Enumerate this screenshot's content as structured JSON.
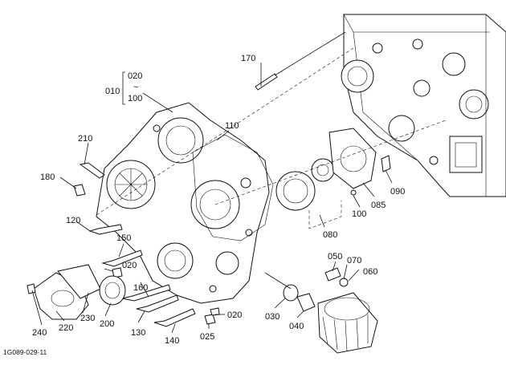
{
  "figure_ref": "1G089-029-11",
  "callouts": {
    "c010": "010",
    "c020_top": "020",
    "c100_top": "100",
    "c170": "170",
    "c110": "110",
    "c210": "210",
    "c180": "180",
    "c120": "120",
    "c150": "150",
    "c020_mid": "020",
    "c160": "160",
    "c230": "230",
    "c200": "200",
    "c240": "240",
    "c220": "220",
    "c130": "130",
    "c140": "140",
    "c025": "025",
    "c020_bot": "020",
    "c090": "090",
    "c085": "085",
    "c100_pump": "100",
    "c080": "080",
    "c050": "050",
    "c070": "070",
    "c060": "060",
    "c030": "030",
    "c040": "040"
  },
  "range_tilde": "~"
}
